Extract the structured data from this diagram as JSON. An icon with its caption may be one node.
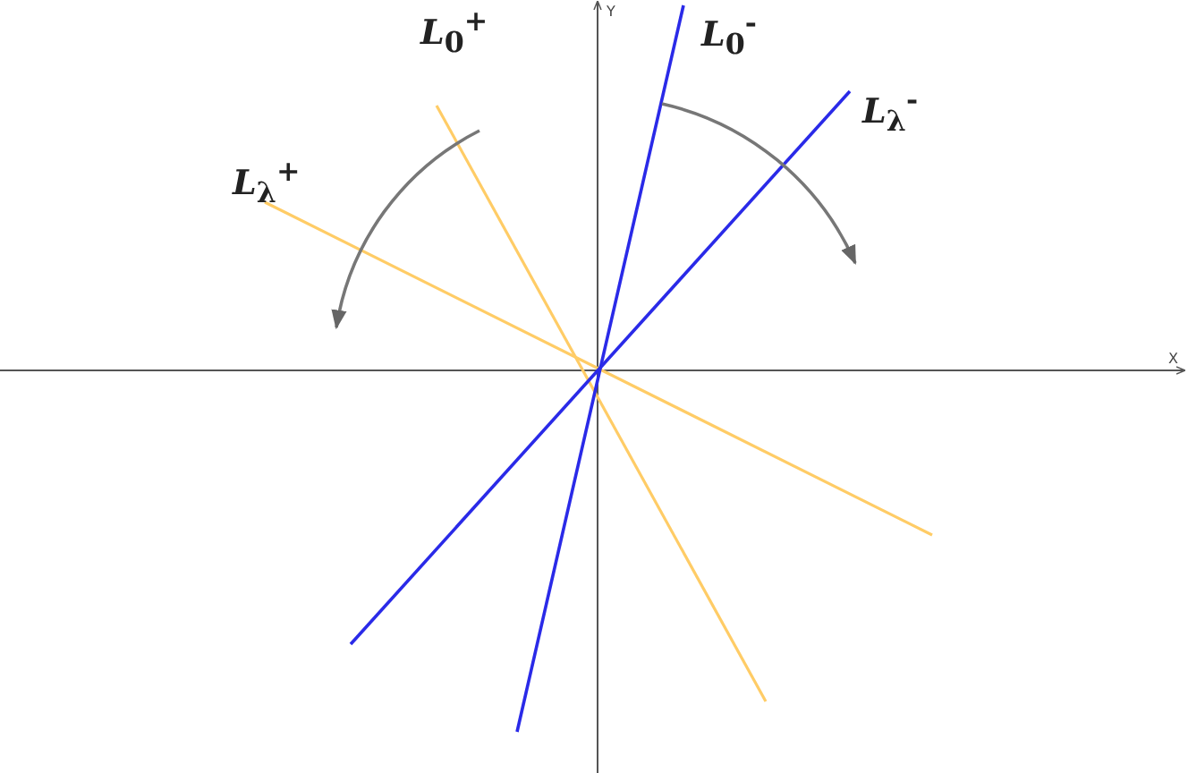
{
  "diagram": {
    "labels": [
      "*L*$_{0}$$^{+}$",
      "Y",
      "*L*$_{0}$$^{-}$",
      "*L*$_{λ}$$^{-}$",
      "*L*$_{λ}$$^{+}$",
      "X"
    ]
  }
}
